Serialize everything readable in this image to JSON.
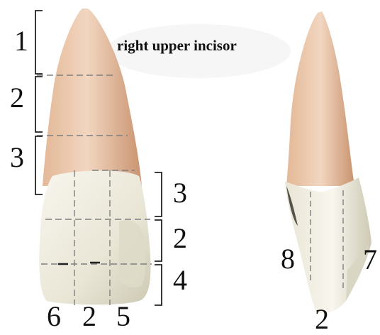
{
  "title": "right upper incisor",
  "colors": {
    "root_light": "#f2d6c0",
    "root_mid": "#e3b897",
    "root_dark": "#c9936f",
    "crown_light": "#f8f6ee",
    "crown_mid": "#e9e6d6",
    "crown_shadow": "#cdc9b4",
    "guide_line": "#7f7f7f",
    "bracket": "#222222"
  },
  "labial_view": {
    "root_zone_labels": [
      "1",
      "2",
      "3"
    ],
    "crown_vertical_labels": [
      "3",
      "2",
      "4"
    ],
    "crown_horizontal_labels": [
      "6",
      "2",
      "5"
    ]
  },
  "proximal_view": {
    "left_label": "8",
    "right_label": "7",
    "bottom_label": "2"
  }
}
